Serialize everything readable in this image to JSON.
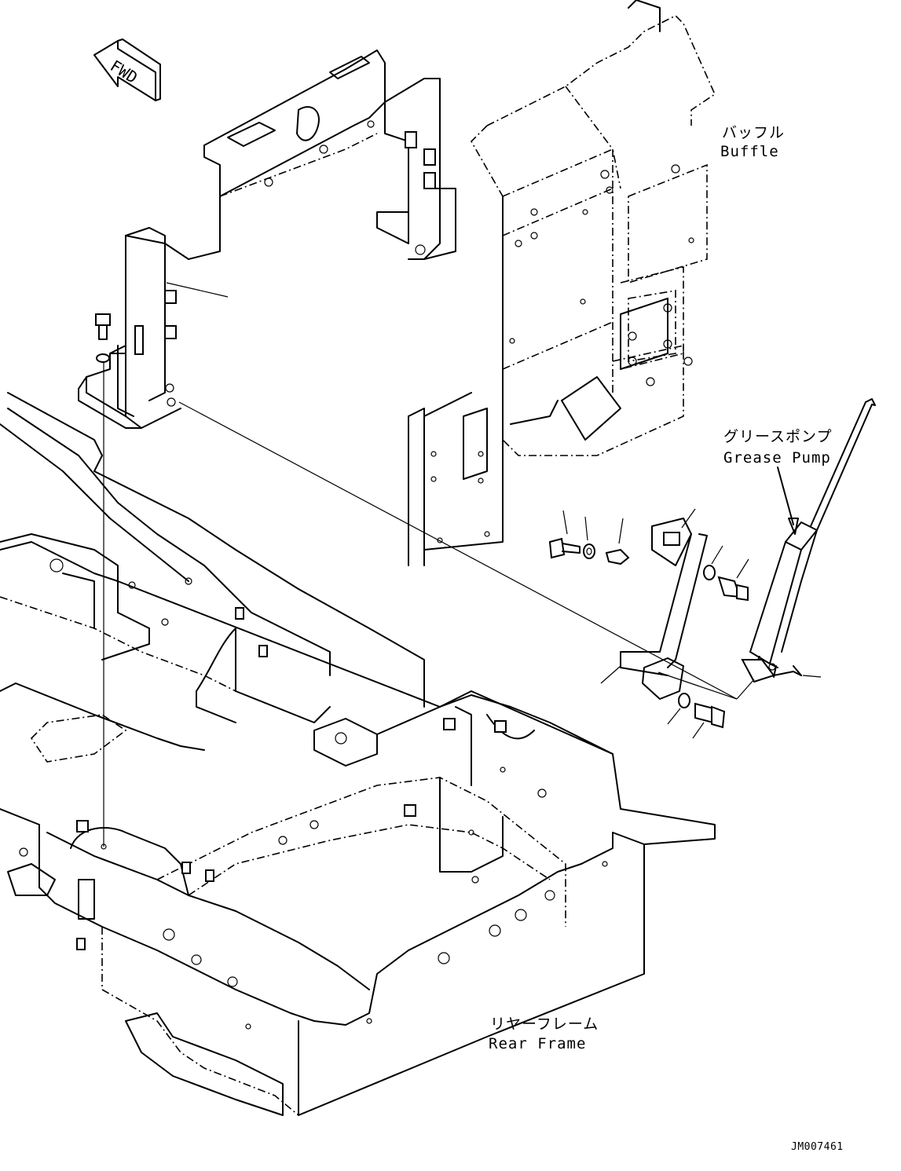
{
  "drawing": {
    "fwd_label": "FWD",
    "drawing_code": "JM007461"
  },
  "labels": {
    "baffle_jp": "バッフル",
    "baffle_en": "Buffle",
    "grease_pump_jp": "グリースポンプ",
    "grease_pump_en": "Grease Pump",
    "rear_frame_jp": "リヤーフレーム",
    "rear_frame_en": "Rear Frame"
  },
  "colors": {
    "line": "#000000",
    "background": "#ffffff"
  }
}
